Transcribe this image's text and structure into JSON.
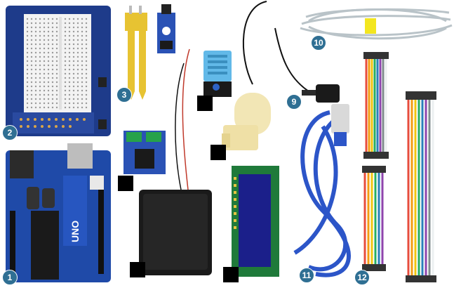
{
  "badges": [
    {
      "id": "b1",
      "label": "1"
    },
    {
      "id": "b2",
      "label": "2"
    },
    {
      "id": "b3",
      "label": "3"
    },
    {
      "id": "b9",
      "label": "9"
    },
    {
      "id": "b10",
      "label": "10"
    },
    {
      "id": "b11",
      "label": "11"
    },
    {
      "id": "b12",
      "label": "12"
    }
  ],
  "boards": {
    "uno_label": "UNO"
  },
  "colors": {
    "badge": "#2f6f93",
    "pcb_blue": "#1e3b8a",
    "sensor_yellow": "#e3c23a",
    "relay_green": "#26a24a",
    "lcd_pcb": "#1f7a3a",
    "lcd_screen": "#1b1f8a",
    "battery_black": "#1a1a1a",
    "pump_cream": "#f2e6b5",
    "usb_blue": "#2c55c8"
  }
}
